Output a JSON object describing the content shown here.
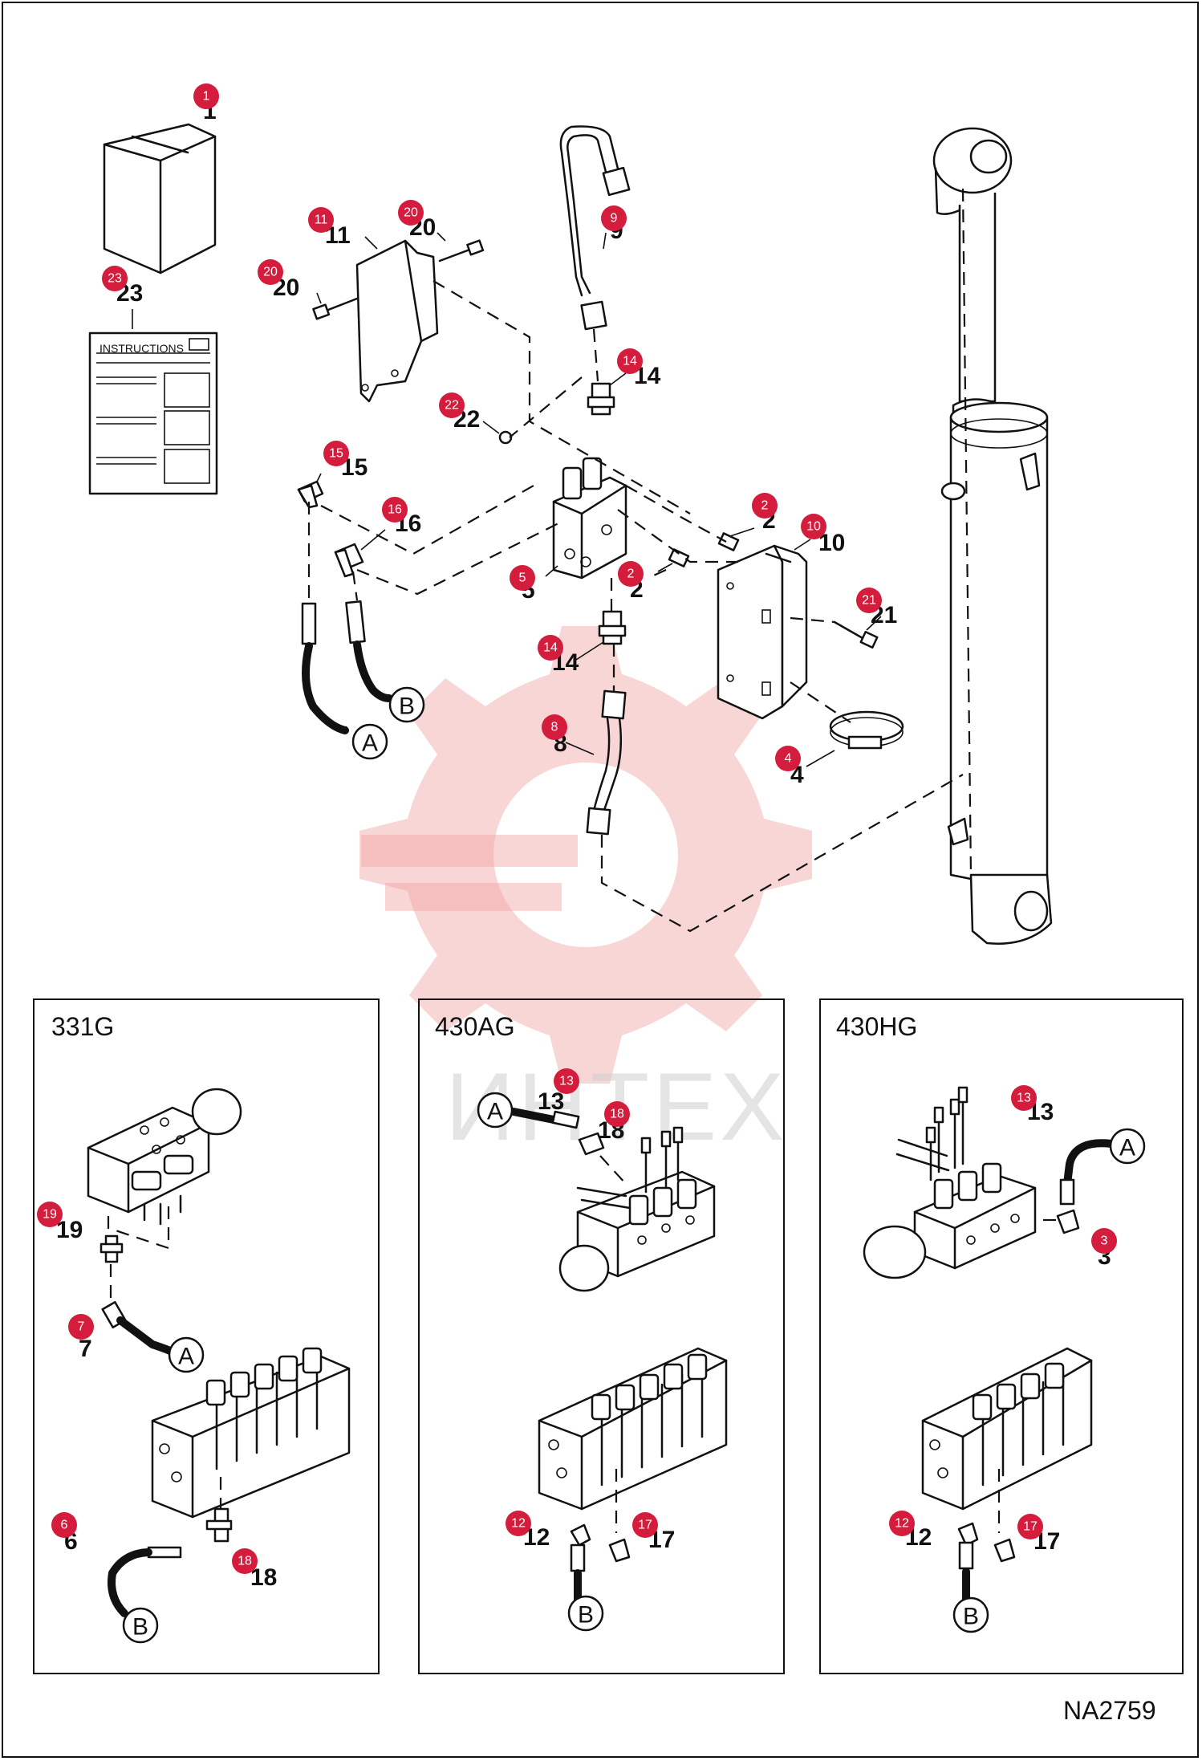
{
  "diagram_code": "NA2759",
  "watermark_text": "ИНТЕХ",
  "instruction_sheet_label": "INSTRUCTIONS",
  "colors": {
    "badge": "#d41c3c",
    "watermark": "#f2a3a3"
  },
  "inset_titles": [
    "331G",
    "430AG",
    "430HG"
  ],
  "connection_letters": [
    "A",
    "B"
  ],
  "main_callouts": [
    "1",
    "23",
    "11",
    "20",
    "20",
    "9",
    "14",
    "22",
    "15",
    "16",
    "5",
    "2",
    "2",
    "10",
    "21",
    "14",
    "8",
    "4"
  ],
  "inset_331g_callouts": [
    "19",
    "7",
    "6",
    "18"
  ],
  "inset_430ag_callouts": [
    "13",
    "18",
    "12",
    "17"
  ],
  "inset_430hg_callouts": [
    "13",
    "3",
    "12",
    "17"
  ]
}
